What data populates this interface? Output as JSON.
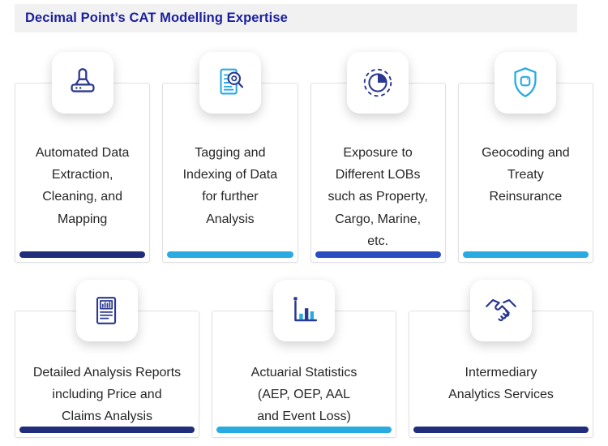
{
  "header": {
    "title": "Decimal Point’s CAT Modelling Expertise"
  },
  "colors": {
    "title_blue": "#1b1f9e",
    "icon_navy": "#2b3990",
    "bar_navy": "#1f2d7a",
    "bar_blue": "#2a4cc0",
    "cyan": "#29abe2",
    "text": "#262626",
    "header_bg": "#f1f1f2",
    "card_border": "#e0e0e0"
  },
  "cards": [
    {
      "id": "automated-data-extraction",
      "icon": "extraction-hood-icon",
      "text": "Automated Data\nExtraction,\nCleaning, and\nMapping",
      "bar": "navy"
    },
    {
      "id": "tagging-indexing",
      "icon": "document-magnifier-icon",
      "text": "Tagging and\nIndexing of Data\nfor further\nAnalysis",
      "bar": "cyan"
    },
    {
      "id": "exposure-lobs",
      "icon": "pie-chart-icon",
      "text": "Exposure to\nDifferent LOBs\nsuch as Property,\nCargo, Marine,\netc.",
      "bar": "blue"
    },
    {
      "id": "geocoding-treaty",
      "icon": "shield-icon",
      "text": "Geocoding and\nTreaty\nReinsurance",
      "bar": "cyan"
    },
    {
      "id": "detailed-analysis-reports",
      "icon": "report-icon",
      "text": "Detailed Analysis Reports\nincluding Price and\nClaims Analysis",
      "bar": "navy"
    },
    {
      "id": "actuarial-statistics",
      "icon": "bar-chart-icon",
      "text": "Actuarial Statistics\n(AEP, OEP, AAL\nand Event Loss)",
      "bar": "cyan"
    },
    {
      "id": "intermediary-analytics",
      "icon": "handshake-icon",
      "text": "Intermediary\nAnalytics Services",
      "bar": "navy"
    }
  ]
}
